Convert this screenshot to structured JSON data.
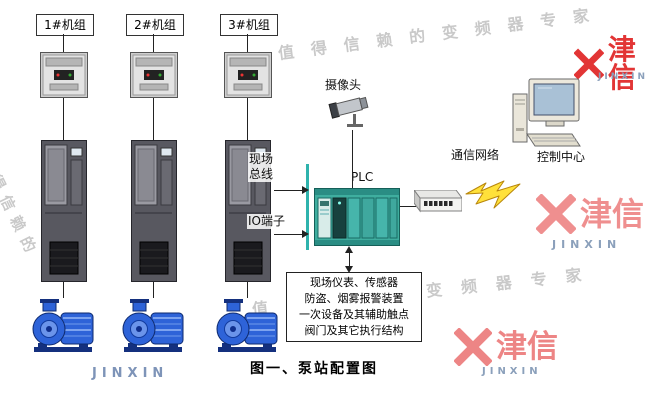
{
  "caption": "图一、泵站配置图",
  "units": [
    {
      "label": "1#机组"
    },
    {
      "label": "2#机组"
    },
    {
      "label": "3#机组"
    }
  ],
  "labels": {
    "field_bus_line1": "现场",
    "field_bus_line2": "总线",
    "io_terminal": "IO端子",
    "plc": "PLC",
    "camera": "摄像头",
    "network": "通信网络",
    "control_center": "控制中心"
  },
  "info_box": {
    "lines": [
      "现场仪表、传感器",
      "防盗、烟雾报警装置",
      "一次设备及其辅助触点",
      "阀门及其它执行结构"
    ]
  },
  "watermark": {
    "slogan": "值得信赖的变频器专家",
    "slogan_left": "值得信赖的",
    "brand_cn": "津信",
    "brand_en": "JINXIN"
  },
  "colors": {
    "bus_teal": "#2fb3ad",
    "logo_red": "#e23535",
    "pump_blue": "#2e63d8",
    "lightning_yellow": "#ffe13a"
  }
}
